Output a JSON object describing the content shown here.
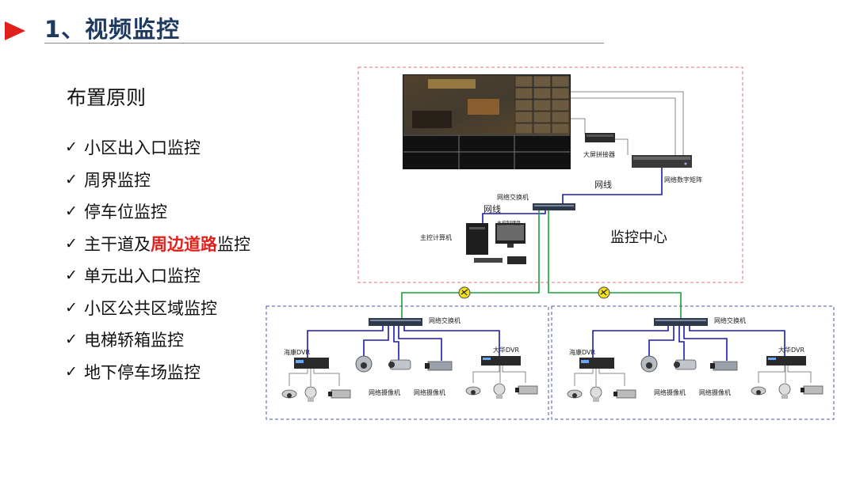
{
  "header": {
    "title": "1、视频监控"
  },
  "section": {
    "heading": "布置原则"
  },
  "principles": [
    {
      "pre": "小区出入口监控",
      "hl": "",
      "post": ""
    },
    {
      "pre": "周界监控",
      "hl": "",
      "post": ""
    },
    {
      "pre": "停车位监控",
      "hl": "",
      "post": ""
    },
    {
      "pre": "主干道及",
      "hl": "周边道路",
      "post": "监控"
    },
    {
      "pre": "单元出入口监控",
      "hl": "",
      "post": ""
    },
    {
      "pre": "小区公共区域监控",
      "hl": "",
      "post": ""
    },
    {
      "pre": "电梯轿箱监控",
      "hl": "",
      "post": ""
    },
    {
      "pre": "地下停车场监控",
      "hl": "",
      "post": ""
    }
  ],
  "check_mark": "✓",
  "diagram": {
    "center_label": "监控中心",
    "splicer_label": "大屏拼接器",
    "matrix_label": "网络数字矩阵",
    "core_switch_label": "网络交换机",
    "wire_label_1": "网线",
    "wire_label_2": "网线",
    "host_pc_label": "主控计算机",
    "control_kb_label": "主控制键盘",
    "zones": [
      {
        "switch_label": "网络交换机",
        "dvr_left_label": "海康DVR",
        "dvr_right_label": "大华DVR",
        "cam_label_1": "网络摄像机",
        "cam_label_2": "网络摄像机"
      },
      {
        "switch_label": "网络交换机",
        "dvr_left_label": "海康DVR",
        "dvr_right_label": "大华DVR",
        "cam_label_1": "网络摄像机",
        "cam_label_2": "网络摄像机"
      }
    ]
  },
  "colors": {
    "accent_red": "#e0201b",
    "title_blue": "#1f3a5f",
    "net_blue": "#1a1ab0",
    "uplink_green": "#1aa33a",
    "zone_border": "#4a56a8",
    "center_border": "#e07070"
  }
}
